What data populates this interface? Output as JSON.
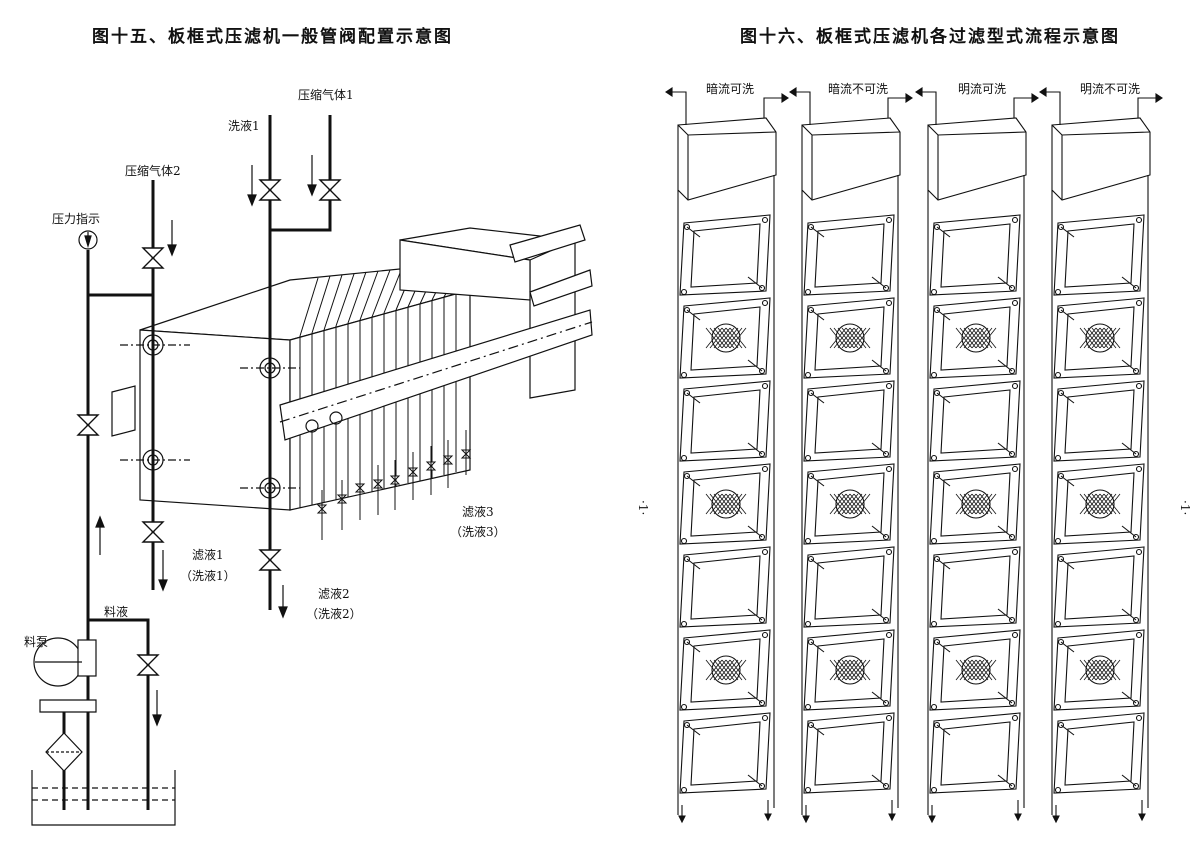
{
  "figure_left": {
    "title": "图十五、板框式压滤机一般管阀配置示意图",
    "labels": {
      "compressed_gas_1": "压缩气体1",
      "wash_1": "洗液1",
      "compressed_gas_2": "压缩气体2",
      "pressure_indicator": "压力指示",
      "filtrate_1": "滤液1",
      "wash_1_paren": "（洗液1）",
      "filtrate_2": "滤液2",
      "wash_2_paren": "（洗液2）",
      "filtrate_3": "滤液3",
      "wash_3_paren": "（洗液3）",
      "feed_liquid": "料液",
      "feed_pump": "料泵"
    }
  },
  "figure_right": {
    "title": "图十六、板框式压滤机各过滤型式流程示意图",
    "columns": [
      {
        "label": "暗流可洗",
        "hatch_rows": [
          1,
          3,
          5
        ]
      },
      {
        "label": "暗流不可洗",
        "hatch_rows": [
          1,
          3,
          5
        ]
      },
      {
        "label": "明流可洗",
        "hatch_rows": [
          1,
          3,
          5
        ]
      },
      {
        "label": "明流不可洗",
        "hatch_rows": [
          1,
          3,
          5
        ]
      }
    ],
    "plate_count": 7
  },
  "page_marks": {
    "left": "·1·",
    "right": "·1·"
  },
  "colors": {
    "ink": "#111111",
    "fill": "#ffffff",
    "shade": "#dddddd"
  }
}
